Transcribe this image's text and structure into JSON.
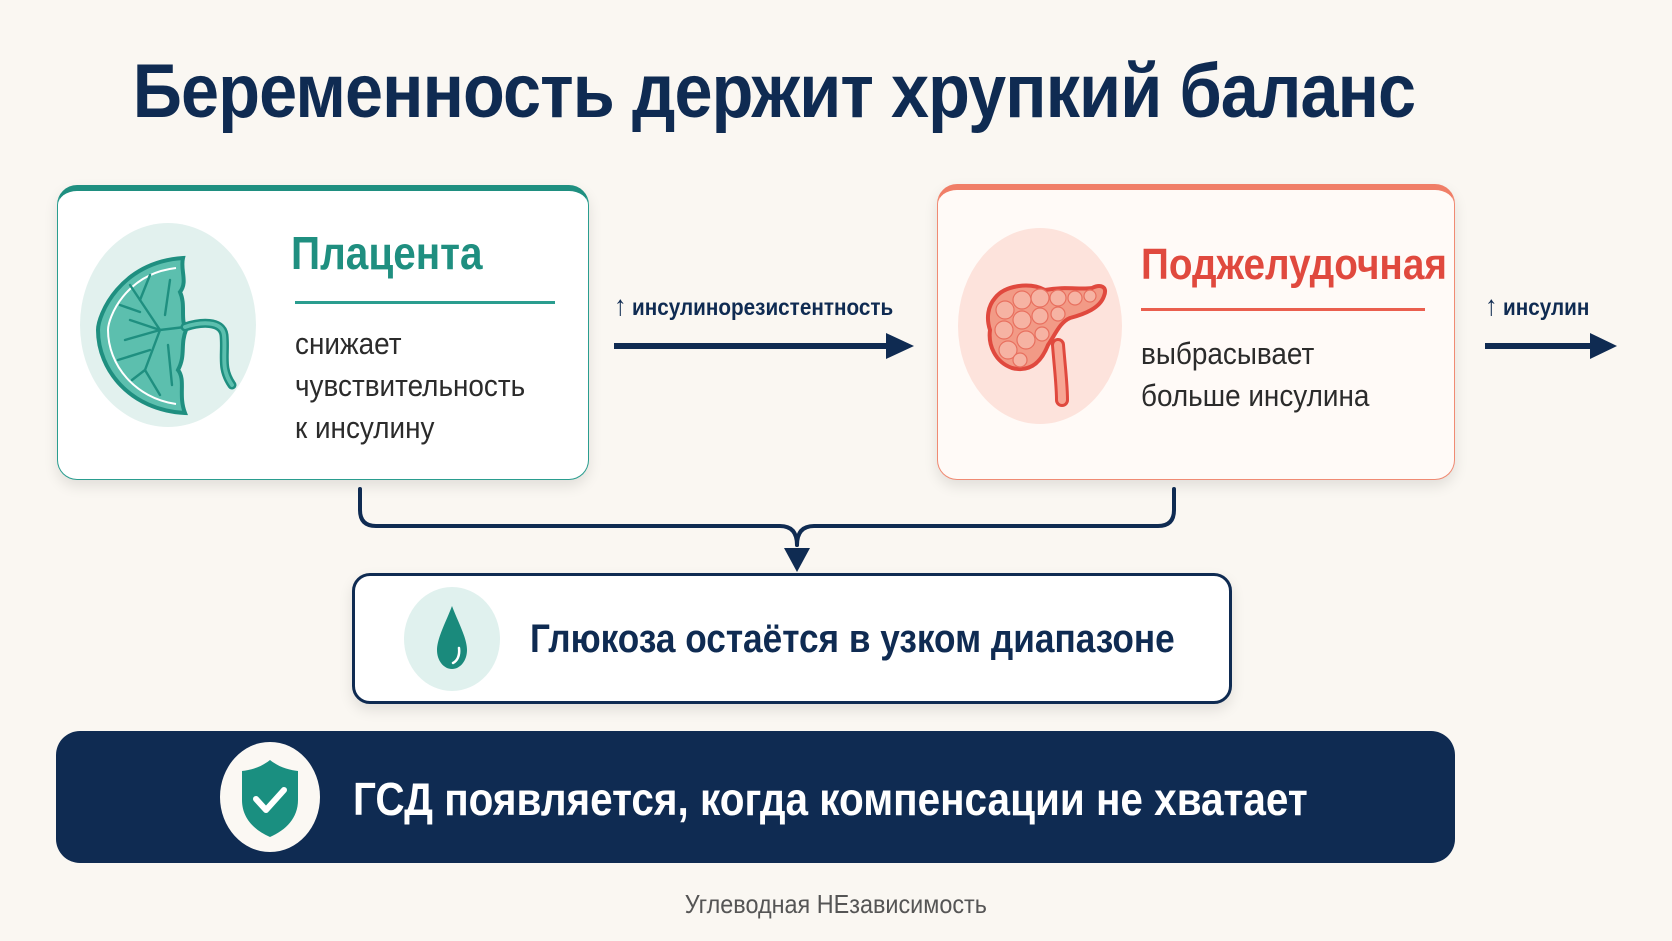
{
  "title": "Беременность держит хрупкий баланс",
  "placenta_card": {
    "title": "Плацента",
    "description_lines": [
      "снижает",
      "чувствительность",
      "к инсулину"
    ],
    "icon": "placenta-icon",
    "accent_color": "#1f8f80"
  },
  "arrow_1": {
    "arrow_symbol": "↑",
    "label": "инсулинорезистентность"
  },
  "pancreas_card": {
    "title": "Поджелудочная",
    "description_lines": [
      "выбрасывает",
      "больше инсулина"
    ],
    "icon": "pancreas-icon",
    "accent_color": "#e0493e"
  },
  "arrow_2": {
    "arrow_symbol": "↑",
    "label": "инсулин"
  },
  "glucose_box": {
    "text": "Глюкоза остаётся в узком диапазоне",
    "icon": "water-drop-icon"
  },
  "banner": {
    "text": "ГСД появляется, когда компенсации не хватает",
    "icon": "shield-check-icon",
    "background_color": "#0f2b52"
  },
  "footer": {
    "text": "Углеводная НЕзависимость"
  }
}
